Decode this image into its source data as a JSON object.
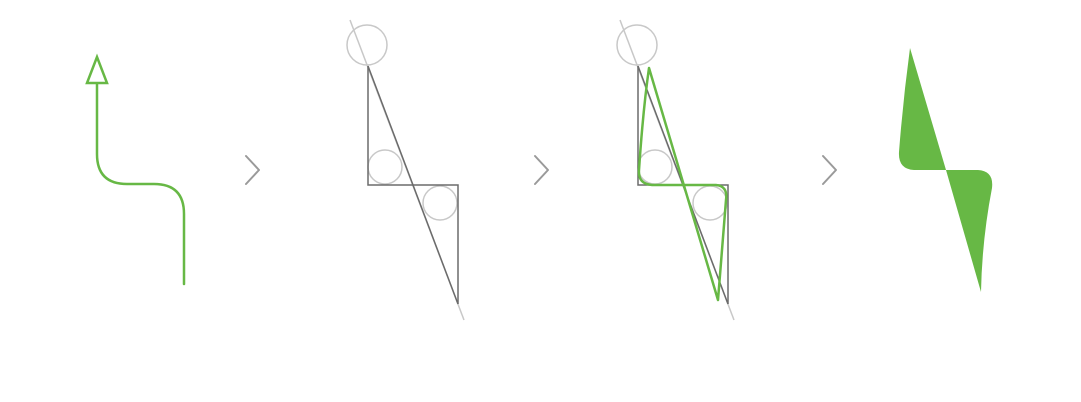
{
  "colors": {
    "background": "#ffffff",
    "accent_green": "#67b845",
    "construction_dark": "#6b6b6b",
    "construction_light": "#c8c8c8",
    "step_arrow": "#9a9a9a"
  },
  "steps": [
    {
      "name": "arrow-path",
      "icon": "up-arrow-bent-path"
    },
    {
      "name": "construction-lines",
      "icon": "guides-with-circles"
    },
    {
      "name": "construction-with-curve",
      "icon": "guides-with-green-curve"
    },
    {
      "name": "final-bolt-shape",
      "icon": "filled-lightning-bolt"
    }
  ],
  "step_separators": [
    "chevron-right-icon",
    "chevron-right-icon",
    "chevron-right-icon"
  ]
}
